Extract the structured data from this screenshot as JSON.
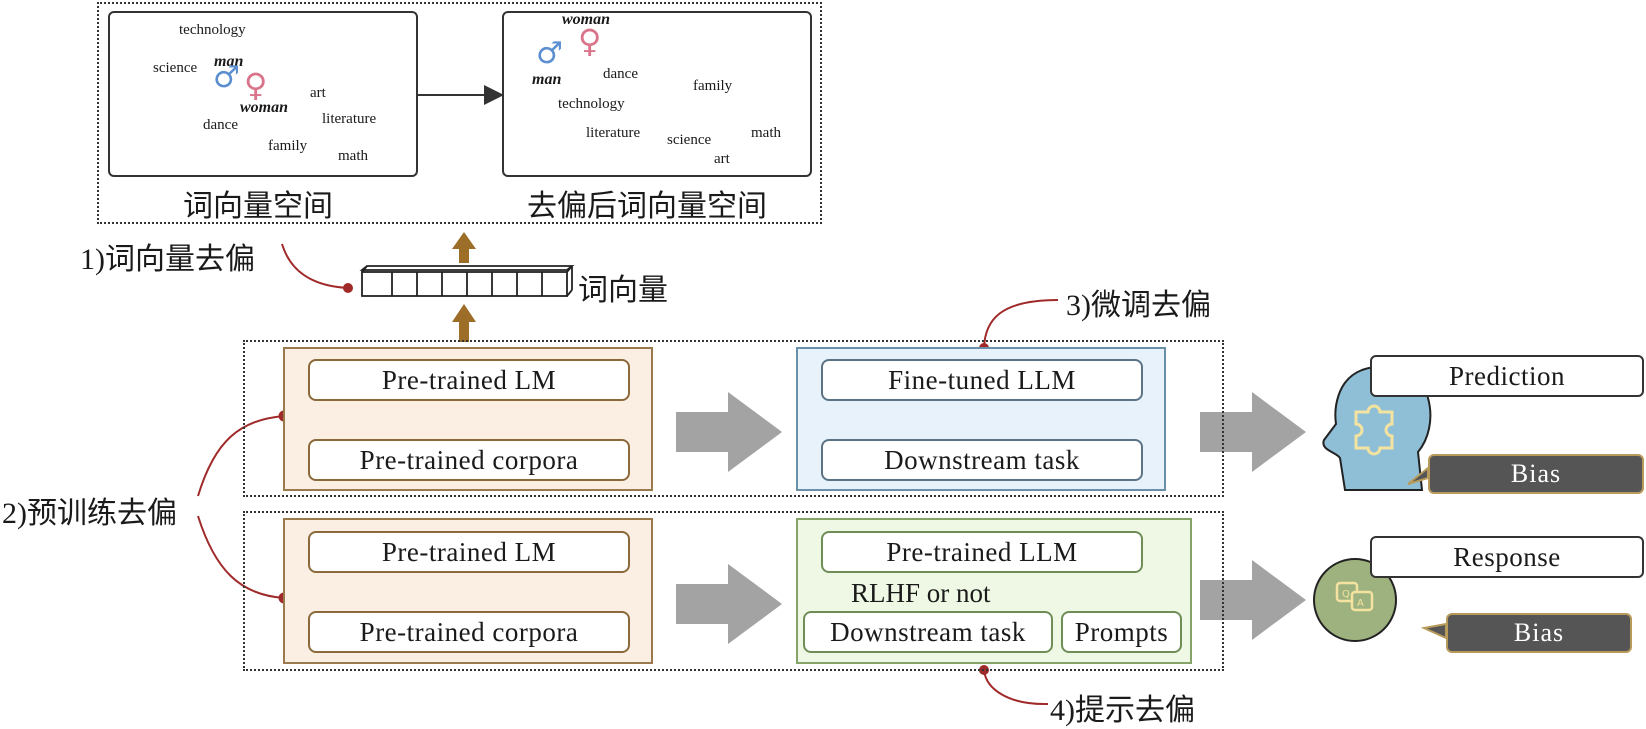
{
  "top": {
    "left_space": {
      "caption": "词向量空间",
      "words": {
        "technology": "technology",
        "science": "science",
        "man": "man",
        "woman": "woman",
        "art": "art",
        "literature": "literature",
        "dance": "dance",
        "family": "family",
        "math": "math"
      }
    },
    "right_space": {
      "caption": "去偏后词向量空间",
      "words": {
        "woman": "woman",
        "man": "man",
        "dance": "dance",
        "family": "family",
        "technology": "technology",
        "literature": "literature",
        "science": "science",
        "math": "math",
        "art": "art"
      }
    },
    "male_symbol": "♂",
    "female_symbol": "♀"
  },
  "labels": {
    "word_vector_debias": "1)词向量去偏",
    "word_vector": "词向量",
    "pretrain_debias": "2)预训练去偏",
    "finetune_debias": "3)微调去偏",
    "prompt_debias": "4)提示去偏"
  },
  "row1": {
    "pretrained_lm": "Pre-trained LM",
    "pretrained_corpora": "Pre-trained corpora",
    "finetuned_llm": "Fine-tuned LLM",
    "downstream_task": "Downstream task",
    "prediction": "Prediction",
    "bias": "Bias"
  },
  "row2": {
    "pretrained_lm": "Pre-trained LM",
    "pretrained_corpora": "Pre-trained corpora",
    "pretrained_llm": "Pre-trained LLM",
    "rlhf": "RLHF or not",
    "downstream_task": "Downstream task",
    "prompts": "Prompts",
    "response": "Response",
    "bias": "Bias"
  },
  "colors": {
    "male": "#5b8fcf",
    "female": "#d9748a",
    "arrow_brown": "#9c6e28",
    "arrow_gray": "#a3a3a3",
    "connector_red": "#a02a2a",
    "head_fill": "#8fbfd6",
    "chat_fill": "#9eb27f"
  },
  "icons": {
    "prediction": "head-puzzle-icon",
    "response": "chat-bubbles-icon"
  }
}
